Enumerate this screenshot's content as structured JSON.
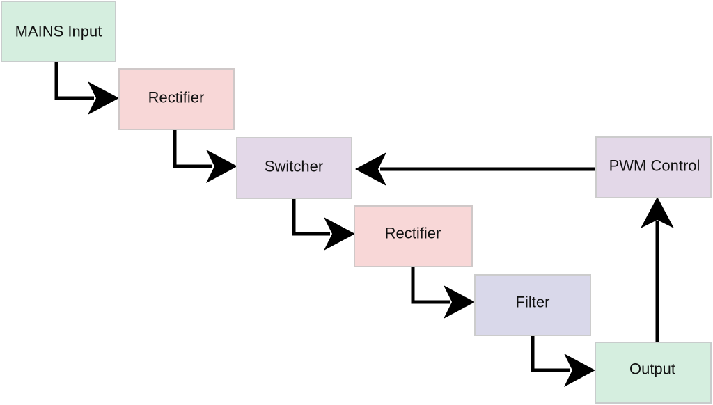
{
  "diagram": {
    "nodes": {
      "mains": {
        "label": "MAINS Input",
        "fill": "#d5eedf",
        "stroke": "#c8cccc"
      },
      "rectifier1": {
        "label": "Rectifier",
        "fill": "#f8d7d7",
        "stroke": "#cfc8c8"
      },
      "switcher": {
        "label": "Switcher",
        "fill": "#e3d8e8",
        "stroke": "#cccccc"
      },
      "rectifier2": {
        "label": "Rectifier",
        "fill": "#f8d7d7",
        "stroke": "#cfc8c8"
      },
      "filter": {
        "label": "Filter",
        "fill": "#d9d8ea",
        "stroke": "#cccccc"
      },
      "output": {
        "label": "Output",
        "fill": "#d5eedf",
        "stroke": "#c8cccc"
      },
      "pwm": {
        "label": "PWM Control",
        "fill": "#e3d8e8",
        "stroke": "#cccccc"
      }
    },
    "edges": [
      {
        "from": "mains",
        "to": "rectifier1"
      },
      {
        "from": "rectifier1",
        "to": "switcher"
      },
      {
        "from": "switcher",
        "to": "rectifier2"
      },
      {
        "from": "rectifier2",
        "to": "filter"
      },
      {
        "from": "filter",
        "to": "output"
      },
      {
        "from": "output",
        "to": "pwm"
      },
      {
        "from": "pwm",
        "to": "switcher"
      }
    ],
    "line_color": "#000000"
  }
}
